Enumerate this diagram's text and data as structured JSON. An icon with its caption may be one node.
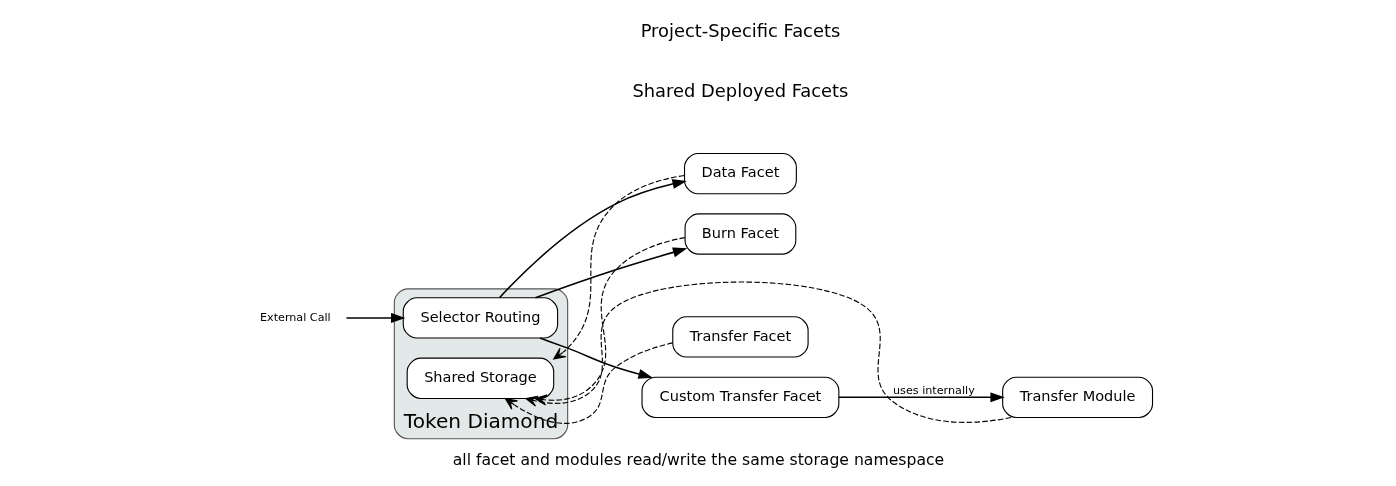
{
  "diagram": {
    "caption": "all facet and modules read/write the same storage namespace",
    "nodes": [
      {
        "text": [
          "External Call"
        ]
      },
      {
        "text": [
          "Token Diamond"
        ]
      },
      {
        "text": [
          "Selector Routing"
        ],
        "in": 1
      },
      {
        "text": [
          "Shared Storage"
        ],
        "in": 1
      },
      {
        "text": [
          "Data Facet"
        ]
      },
      {
        "text": [
          "Burn Facet"
        ]
      },
      {
        "text": [
          "Transfer Facet"
        ]
      },
      {
        "text": [
          "Custom Transfer Facet"
        ]
      },
      {
        "text": [
          "Transfer Module"
        ]
      }
    ],
    "edges": [
      {
        "from": 0,
        "to": 2,
        "arrow": "to"
      },
      {
        "from": 2,
        "to": 4,
        "arrow": "to"
      },
      {
        "from": 2,
        "to": 5,
        "arrow": "to"
      },
      {
        "from": 2,
        "to": 7,
        "arrow": "to"
      },
      {
        "from": 7,
        "to": 8,
        "arrow": "to",
        "label": "uses internally"
      },
      {
        "from": 4,
        "to": 3,
        "arrow": "to",
        "style": "dashed"
      },
      {
        "from": 5,
        "to": 3,
        "arrow": "to",
        "style": "dashed"
      },
      {
        "from": 6,
        "to": 3,
        "arrow": "to",
        "style": "dashed"
      },
      {
        "from": 8,
        "to": 3,
        "arrow": "to",
        "style": "dashed"
      }
    ],
    "labels": [
      "Shared Deployed Facets",
      "Project-Specific Facets"
    ]
  }
}
